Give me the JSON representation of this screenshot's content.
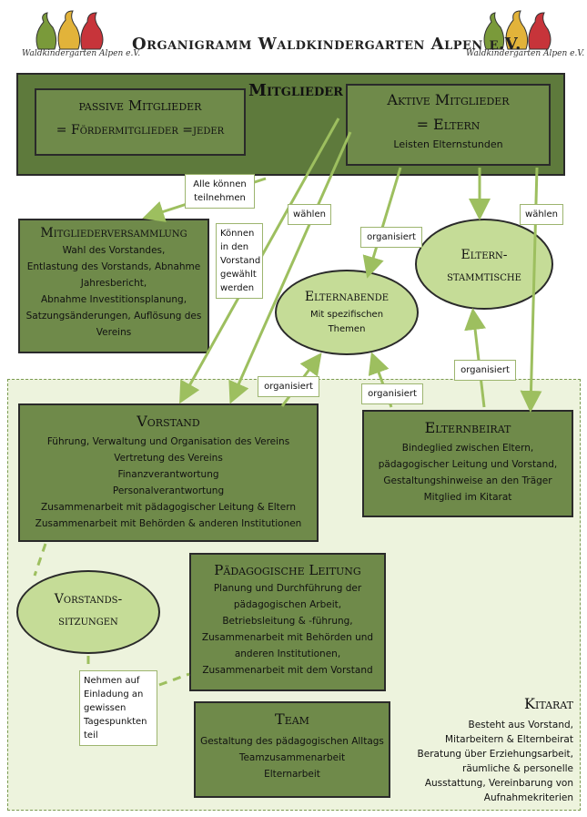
{
  "title": "Organigramm Waldkindergarten Alpen e.V.",
  "logo_text": "Waldkindergarten Alpen e.V.",
  "mitglieder": {
    "heading": "Mitglieder",
    "passive_line1": "passive Mitglieder",
    "passive_line2": "= Fördermitglieder =jeder",
    "aktive_line1": "Aktive Mitglieder",
    "aktive_line2": "= Eltern",
    "aktive_body": "Leisten Elternstunden"
  },
  "mitgliederversammlung": {
    "heading": "Mitgliederversammlung",
    "lines": [
      "Wahl des Vorstandes,",
      "Entlastung des Vorstands, Abnahme",
      "Jahresbericht,",
      "Abnahme Investitionsplanung,",
      "Satzungsänderungen, Auflösung des",
      "Vereins"
    ]
  },
  "elternabende": {
    "heading": "Elternabende",
    "lines": [
      "Mit spezifischen",
      "Themen"
    ]
  },
  "elternstammtische": {
    "line1": "Eltern-",
    "line2": "stammtische"
  },
  "vorstand": {
    "heading": "Vorstand",
    "lines": [
      "Führung, Verwaltung und Organisation des Vereins",
      "Vertretung des Vereins",
      "Finanzverantwortung",
      "Personalverantwortung",
      "Zusammenarbeit mit pädagogischer Leitung & Eltern",
      "Zusammenarbeit mit Behörden & anderen Institutionen"
    ]
  },
  "elternbeirat": {
    "heading": "Elternbeirat",
    "lines": [
      "Bindeglied zwischen Eltern,",
      "pädagogischer Leitung und Vorstand,",
      "Gestaltungshinweise an den Träger",
      "Mitglied im Kitarat"
    ]
  },
  "paedagogische_leitung": {
    "heading": "Pädagogische Leitung",
    "lines": [
      "Planung und Durchführung der",
      "pädagogischen Arbeit,",
      "Betriebsleitung & -führung,",
      "Zusammenarbeit mit Behörden und",
      "anderen Institutionen,",
      "Zusammenarbeit mit dem Vorstand"
    ]
  },
  "vorstandssitzungen": {
    "line1": "Vorstands-",
    "line2": "sitzungen"
  },
  "team": {
    "heading": "Team",
    "lines": [
      "Gestaltung des pädagogischen Alltags",
      "Teamzusammenarbeit",
      "Elternarbeit"
    ]
  },
  "kitarat": {
    "heading": "Kitarat",
    "lines": [
      "Besteht aus Vorstand,",
      "Mitarbeitern & Elternbeirat",
      "Beratung über Erziehungsarbeit,",
      "räumliche & personelle",
      "Ausstattung, Vereinbarung von",
      "Aufnahmekriterien"
    ]
  },
  "labels": {
    "alle_koennen": [
      "Alle können",
      "teilnehmen"
    ],
    "waehlen_1": "wählen",
    "koennen_vorstand": [
      "Können",
      "in den",
      "Vorstand",
      "gewählt",
      "werden"
    ],
    "organisiert_1": "organisiert",
    "waehlen_2": "wählen",
    "organisiert_2": "organisiert",
    "organisiert_3": "organisiert",
    "organisiert_4": "organisiert",
    "nehmen_auf": [
      "Nehmen auf",
      "Einladung an",
      "gewissen",
      "Tagespunkten",
      "teil"
    ]
  },
  "colors": {
    "dark_green": "#6f8a4a",
    "oval_green": "#c5dc97",
    "pale_bg": "#edf3dd",
    "arrow": "#9dbf5f"
  }
}
